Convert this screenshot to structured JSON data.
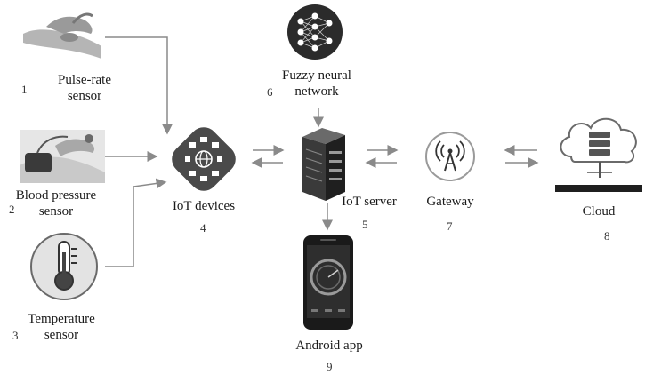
{
  "nodes": {
    "pulse": {
      "label_line1": "Pulse-rate",
      "label_line2": "sensor",
      "number": "1"
    },
    "bp": {
      "label_line1": "Blood pressure",
      "label_line2": "sensor",
      "number": "2"
    },
    "temp": {
      "label_line1": "Temperature",
      "label_line2": "sensor",
      "number": "3"
    },
    "iot_devices": {
      "label": "IoT devices",
      "number": "4"
    },
    "iot_server": {
      "label": "IoT server",
      "number": "5"
    },
    "fnn": {
      "label_line1": "Fuzzy neural",
      "label_line2": "network",
      "number": "6"
    },
    "gateway": {
      "label": "Gateway",
      "number": "7"
    },
    "cloud": {
      "label": "Cloud",
      "number": "8"
    },
    "android": {
      "label": "Android app",
      "number": "9"
    }
  },
  "colors": {
    "line": "#8a8a8a",
    "dark": "#2b2b2b",
    "mid": "#6b6b6b",
    "light": "#d8d8d8"
  }
}
